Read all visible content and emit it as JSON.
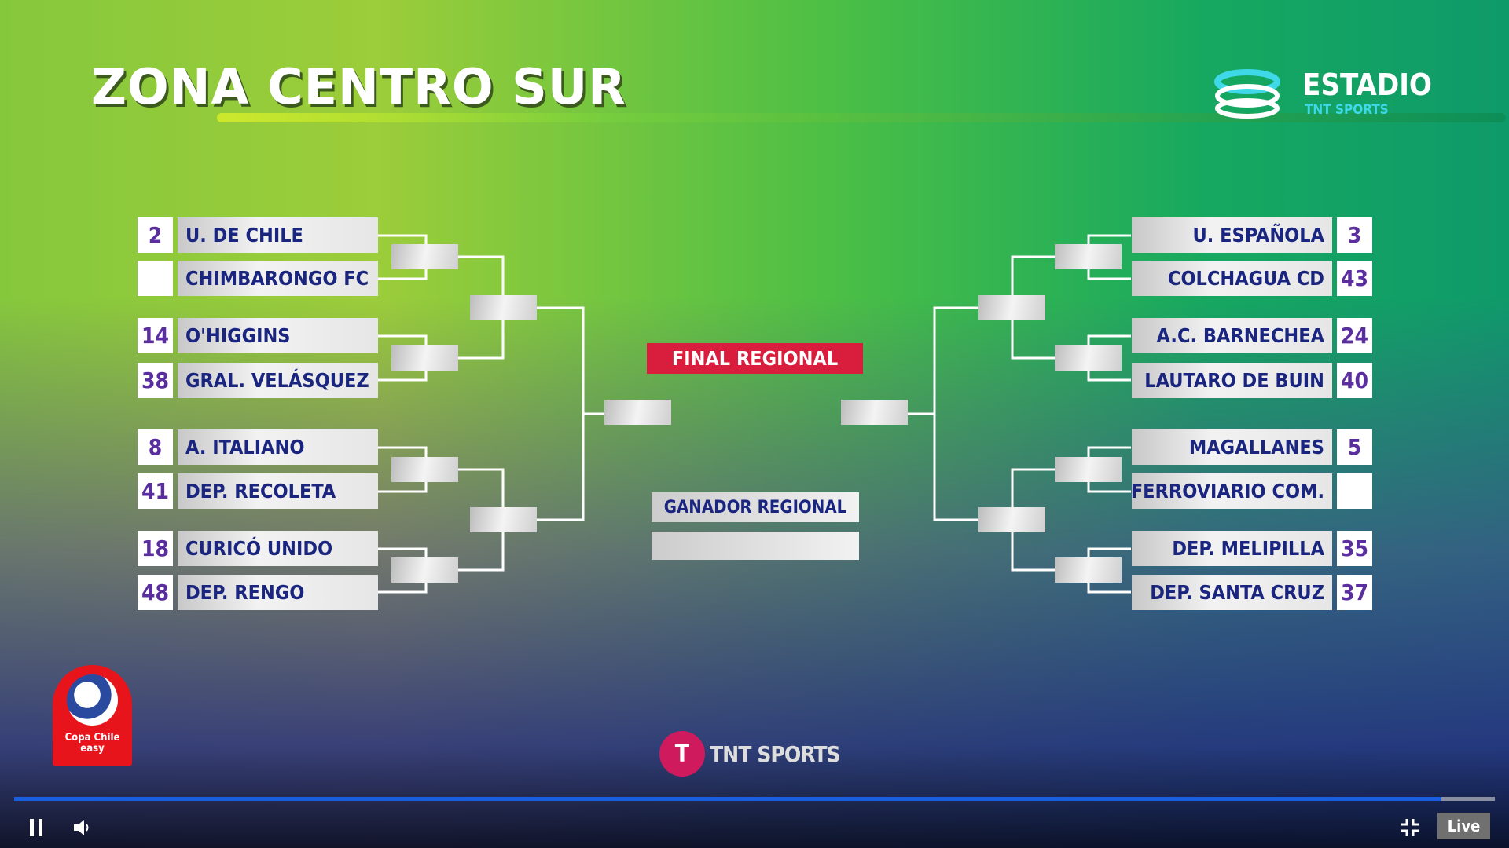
{
  "title": "ZONA CENTRO SUR",
  "brand": {
    "estadio": "ESTADIO",
    "estadio_sub": "TNT SPORTS",
    "tnt": "TNT SPORTS",
    "copa_line1": "Copa Chile",
    "copa_line2": "easy"
  },
  "left_teams": [
    {
      "seed": "2",
      "name": "U. DE CHILE"
    },
    {
      "seed": "",
      "name": "CHIMBARONGO FC"
    },
    {
      "seed": "14",
      "name": "O'HIGGINS"
    },
    {
      "seed": "38",
      "name": "GRAL. VELÁSQUEZ"
    },
    {
      "seed": "8",
      "name": "A. ITALIANO"
    },
    {
      "seed": "41",
      "name": "DEP. RECOLETA"
    },
    {
      "seed": "18",
      "name": "CURICÓ UNIDO"
    },
    {
      "seed": "48",
      "name": "DEP. RENGO"
    }
  ],
  "right_teams": [
    {
      "seed": "3",
      "name": "U. ESPAÑOLA"
    },
    {
      "seed": "43",
      "name": "COLCHAGUA CD"
    },
    {
      "seed": "24",
      "name": "A.C. BARNECHEA"
    },
    {
      "seed": "40",
      "name": "LAUTARO DE BUIN"
    },
    {
      "seed": "5",
      "name": "MAGALLANES"
    },
    {
      "seed": "",
      "name": "FERROVIARIO COM."
    },
    {
      "seed": "35",
      "name": "DEP. MELIPILLA"
    },
    {
      "seed": "37",
      "name": "DEP. SANTA CRUZ"
    }
  ],
  "final_label": "FINAL REGIONAL",
  "winner_label": "GANADOR REGIONAL",
  "player": {
    "progress_percent": 96.4,
    "live_label": "Live",
    "pause_icon": "pause-icon",
    "volume_icon": "volume-icon",
    "fullscreen_icon": "exit-fullscreen-icon"
  },
  "colors": {
    "final_red": "#d81e3c",
    "name_text": "#1a2580",
    "seed_text": "#5b2ea0",
    "progress": "#1a5ee0"
  }
}
